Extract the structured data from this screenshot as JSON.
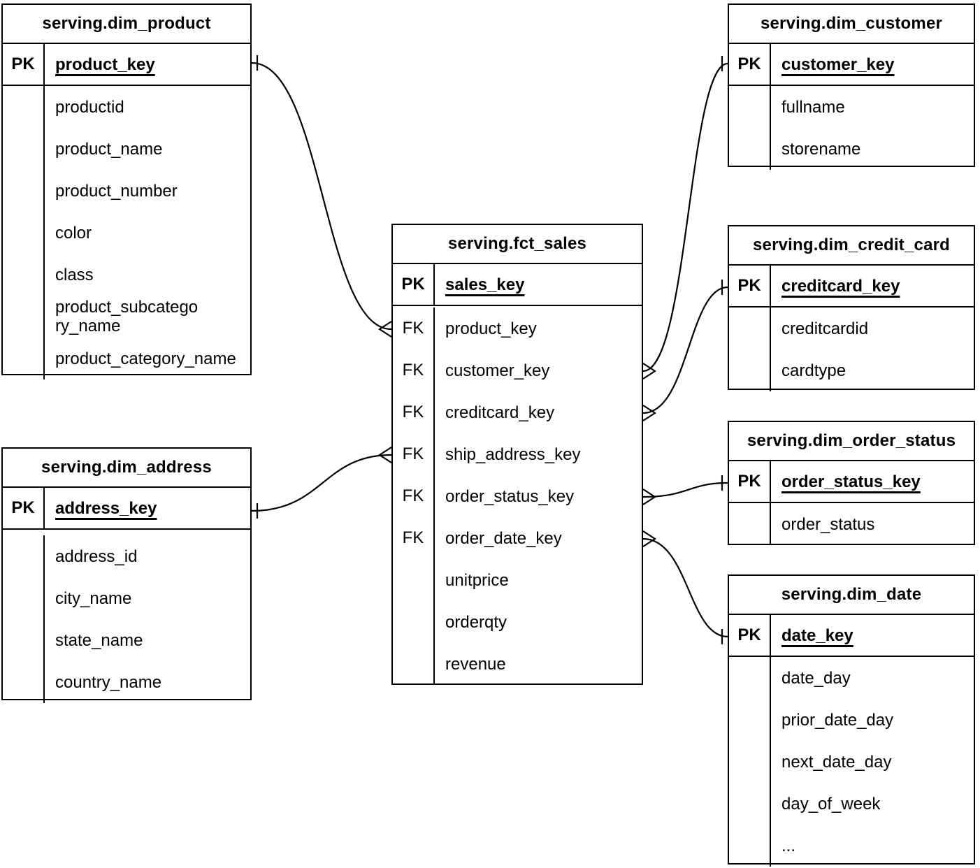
{
  "diagram": {
    "colors": {
      "line": "#000000",
      "background": "#ffffff",
      "text": "#000000"
    },
    "tables": {
      "dim_product": {
        "title": "serving.dim_product",
        "pk_label": "PK",
        "pk_field": "product_key",
        "fields": [
          "productid",
          "product_name",
          "product_number",
          "color",
          "class",
          "product_subcategory_name",
          "product_category_name"
        ]
      },
      "dim_address": {
        "title": "serving.dim_address",
        "pk_label": "PK",
        "pk_field": "address_key",
        "fields": [
          "address_id",
          "city_name",
          "state_name",
          "country_name"
        ]
      },
      "fct_sales": {
        "title": "serving.fct_sales",
        "pk_label": "PK",
        "pk_field": "sales_key",
        "rows": [
          {
            "label": "FK",
            "field": "product_key"
          },
          {
            "label": "FK",
            "field": "customer_key"
          },
          {
            "label": "FK",
            "field": "creditcard_key"
          },
          {
            "label": "FK",
            "field": "ship_address_key"
          },
          {
            "label": "FK",
            "field": "order_status_key"
          },
          {
            "label": "FK",
            "field": "order_date_key"
          },
          {
            "label": "",
            "field": "unitprice"
          },
          {
            "label": "",
            "field": "orderqty"
          },
          {
            "label": "",
            "field": "revenue"
          }
        ]
      },
      "dim_customer": {
        "title": "serving.dim_customer",
        "pk_label": "PK",
        "pk_field": "customer_key",
        "fields": [
          "fullname",
          "storename"
        ]
      },
      "dim_credit_card": {
        "title": "serving.dim_credit_card",
        "pk_label": "PK",
        "pk_field": "creditcard_key",
        "fields": [
          "creditcardid",
          "cardtype"
        ]
      },
      "dim_order_status": {
        "title": "serving.dim_order_status",
        "pk_label": "PK",
        "pk_field": "order_status_key",
        "fields": [
          "order_status"
        ]
      },
      "dim_date": {
        "title": "serving.dim_date",
        "pk_label": "PK",
        "pk_field": "date_key",
        "fields": [
          "date_day",
          "prior_date_day",
          "next_date_day",
          "day_of_week",
          "..."
        ]
      }
    },
    "relationships": [
      {
        "from": "fct_sales.product_key",
        "to": "dim_product.product_key",
        "from_cardinality": "many",
        "to_cardinality": "one"
      },
      {
        "from": "fct_sales.customer_key",
        "to": "dim_customer.customer_key",
        "from_cardinality": "many",
        "to_cardinality": "one"
      },
      {
        "from": "fct_sales.creditcard_key",
        "to": "dim_credit_card.creditcard_key",
        "from_cardinality": "many",
        "to_cardinality": "one"
      },
      {
        "from": "fct_sales.ship_address_key",
        "to": "dim_address.address_key",
        "from_cardinality": "many",
        "to_cardinality": "one"
      },
      {
        "from": "fct_sales.order_status_key",
        "to": "dim_order_status.order_status_key",
        "from_cardinality": "many",
        "to_cardinality": "one"
      },
      {
        "from": "fct_sales.order_date_key",
        "to": "dim_date.date_key",
        "from_cardinality": "many",
        "to_cardinality": "one"
      }
    ]
  }
}
